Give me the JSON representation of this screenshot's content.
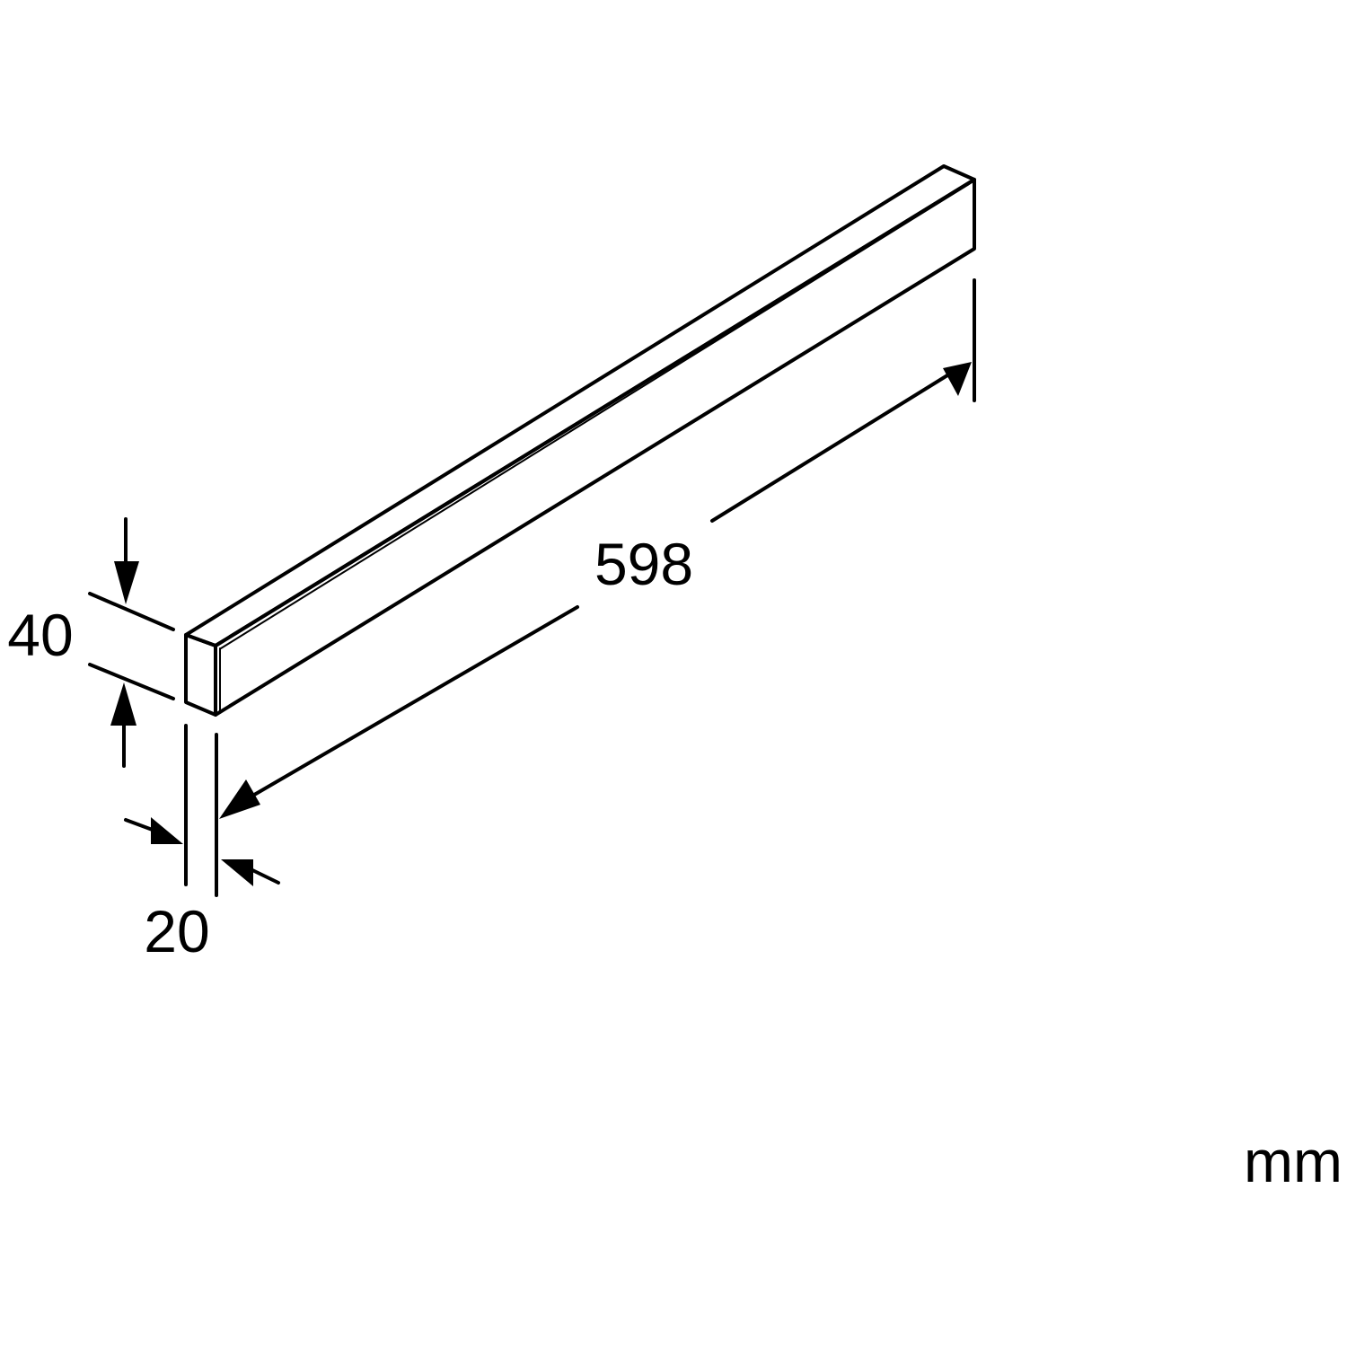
{
  "diagram": {
    "type": "dimension-drawing",
    "object": "rectangular bar (isometric view)",
    "line_color": "#000000",
    "background": "#ffffff",
    "dimensions": {
      "length": {
        "value": "598",
        "label": "598"
      },
      "height": {
        "value": "40",
        "label": "40"
      },
      "depth": {
        "value": "20",
        "label": "20"
      }
    },
    "unit_label": "mm"
  }
}
